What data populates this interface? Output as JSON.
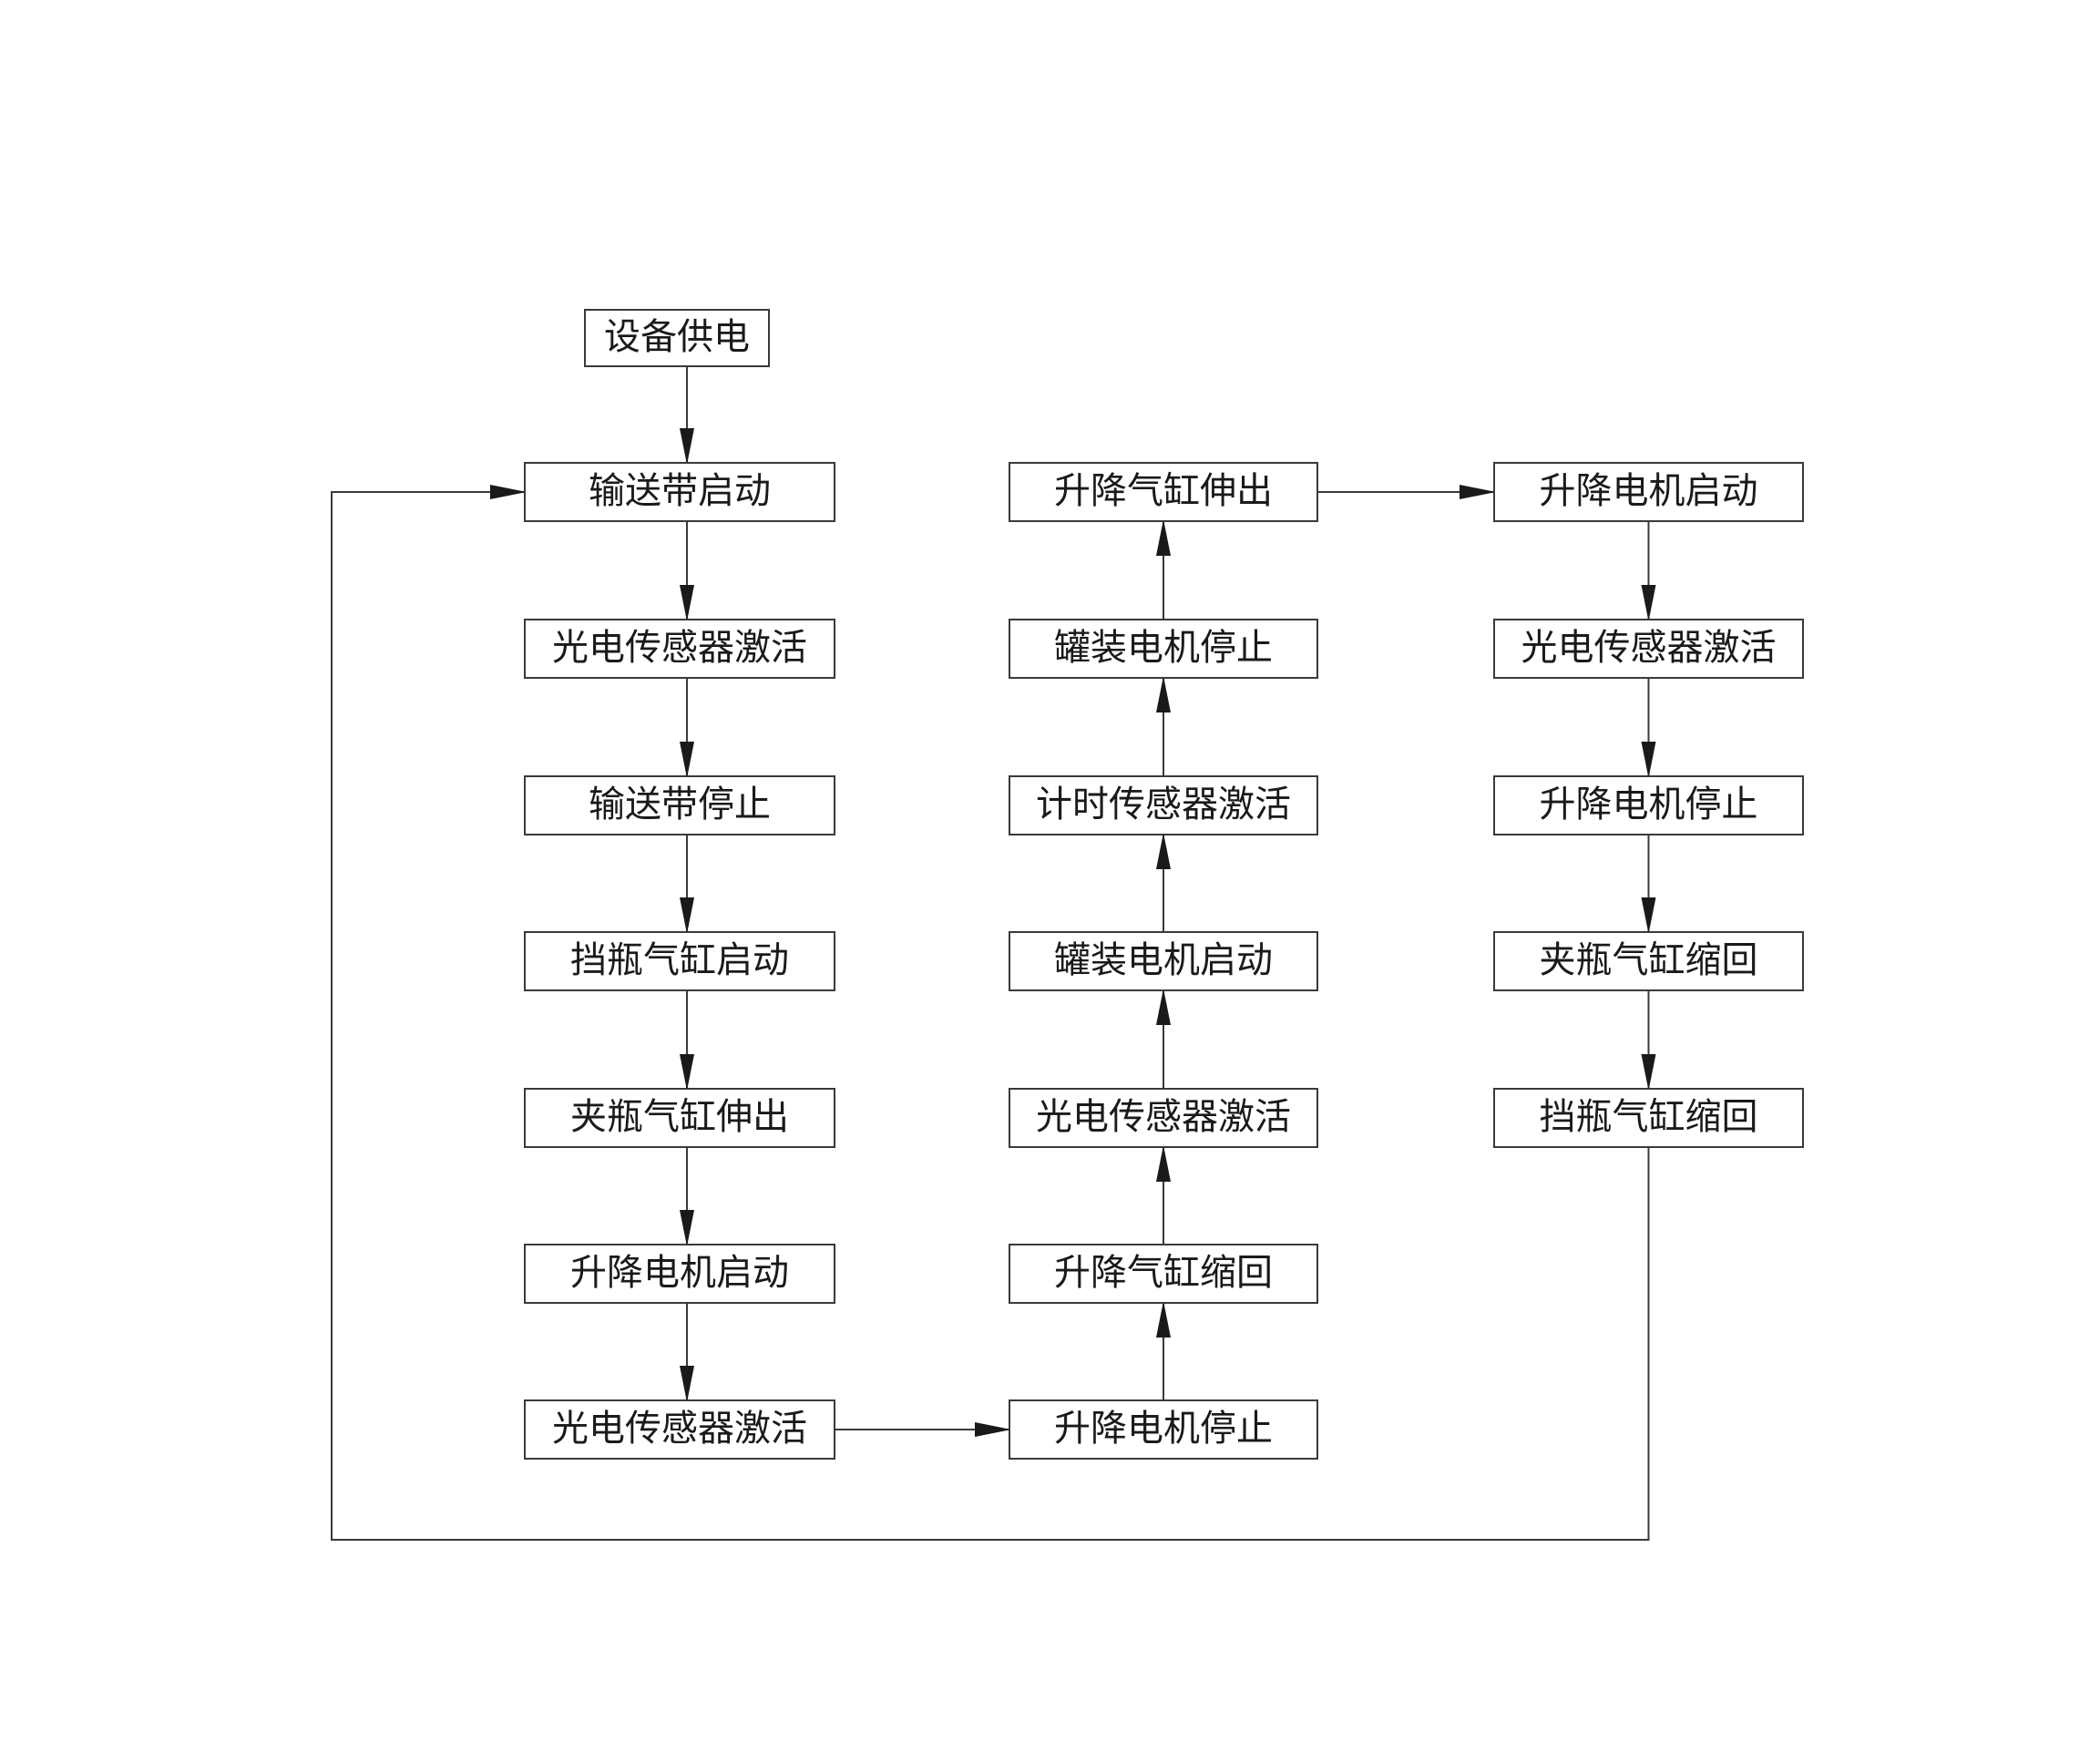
{
  "col1": [
    "设备供电",
    "输送带启动",
    "光电传感器激活",
    "输送带停止",
    "挡瓶气缸启动",
    "夹瓶气缸伸出",
    "升降电机启动",
    "光电传感器激活"
  ],
  "col2": [
    "升降电机停止",
    "升降气缸缩回",
    "光电传感器激活",
    "罐装电机启动",
    "计时传感器激活",
    "罐装电机停止",
    "升降气缸伸出"
  ],
  "col3": [
    "升降电机启动",
    "光电传感器激活",
    "升降电机停止",
    "夹瓶气缸缩回",
    "挡瓶气缸缩回"
  ]
}
